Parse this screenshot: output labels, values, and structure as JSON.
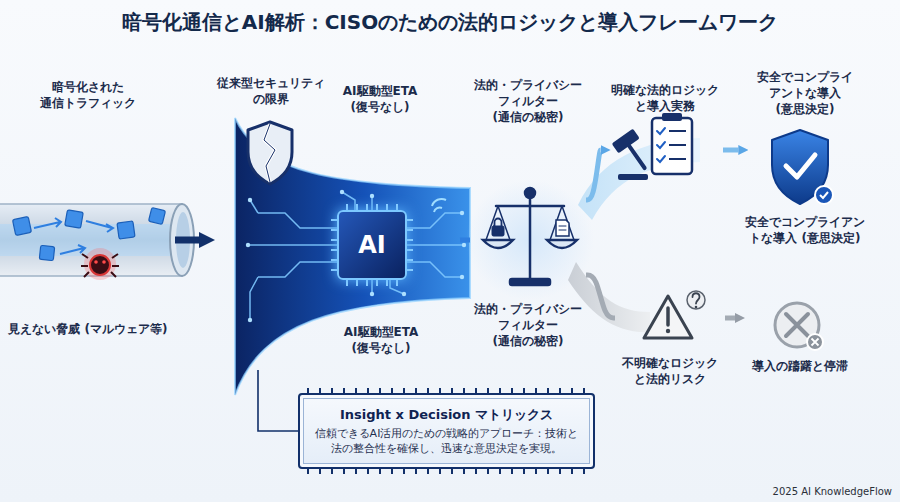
{
  "diagram": {
    "title": "暗号化通信とAI解析：CISOのための法的ロジックと導入フレームワーク",
    "nodes": [
      {
        "text": [
          "暗号化された 通信トラフィック",
          "見えない脅威 (マルウェア等)"
        ]
      },
      {
        "text": [
          "従来型セキュリティ の限界",
          "AI駆動型ETA (復号なし)",
          "AI駆動型ETA (復号なし)"
        ]
      },
      {
        "text": [
          "AI"
        ],
        "in": 1
      },
      {
        "text": [
          "法的・プライバシー フィルター (通信の秘密)",
          "法的・プライバシー フィルター (通信の秘密)"
        ]
      },
      {
        "text": [
          "明確な法的ロジック と導入実務"
        ]
      },
      {
        "text": [
          "安全でコンプライ アントな導入 (意思決定)",
          "安全でコンプライアントな導入 (意思決定)"
        ]
      },
      {
        "text": [
          "不明確なロジック と法的リスク"
        ]
      },
      {
        "text": [
          "導入の躊躇と停滞"
        ]
      },
      {
        "text": [
          "Insight x Decision マトリックス",
          "信頼できるAI活用のための戦略的アプローチ：技術と法の整合性を確保し、迅速な意思決定を実現。"
        ]
      }
    ],
    "edges": [
      {
        "from": 0,
        "to": 1,
        "arrow": "to"
      },
      {
        "from": 1,
        "to": 3,
        "arrow": "none"
      },
      {
        "from": 3,
        "to": 4,
        "arrow": "to"
      },
      {
        "from": 4,
        "to": 5,
        "arrow": "to"
      },
      {
        "from": 3,
        "to": 6,
        "arrow": "none"
      },
      {
        "from": 6,
        "to": 7,
        "arrow": "to"
      },
      {
        "from": 8,
        "to": 1,
        "arrow": "none"
      }
    ],
    "labels": [
      "2025 AI KnowledgeFlow"
    ]
  }
}
